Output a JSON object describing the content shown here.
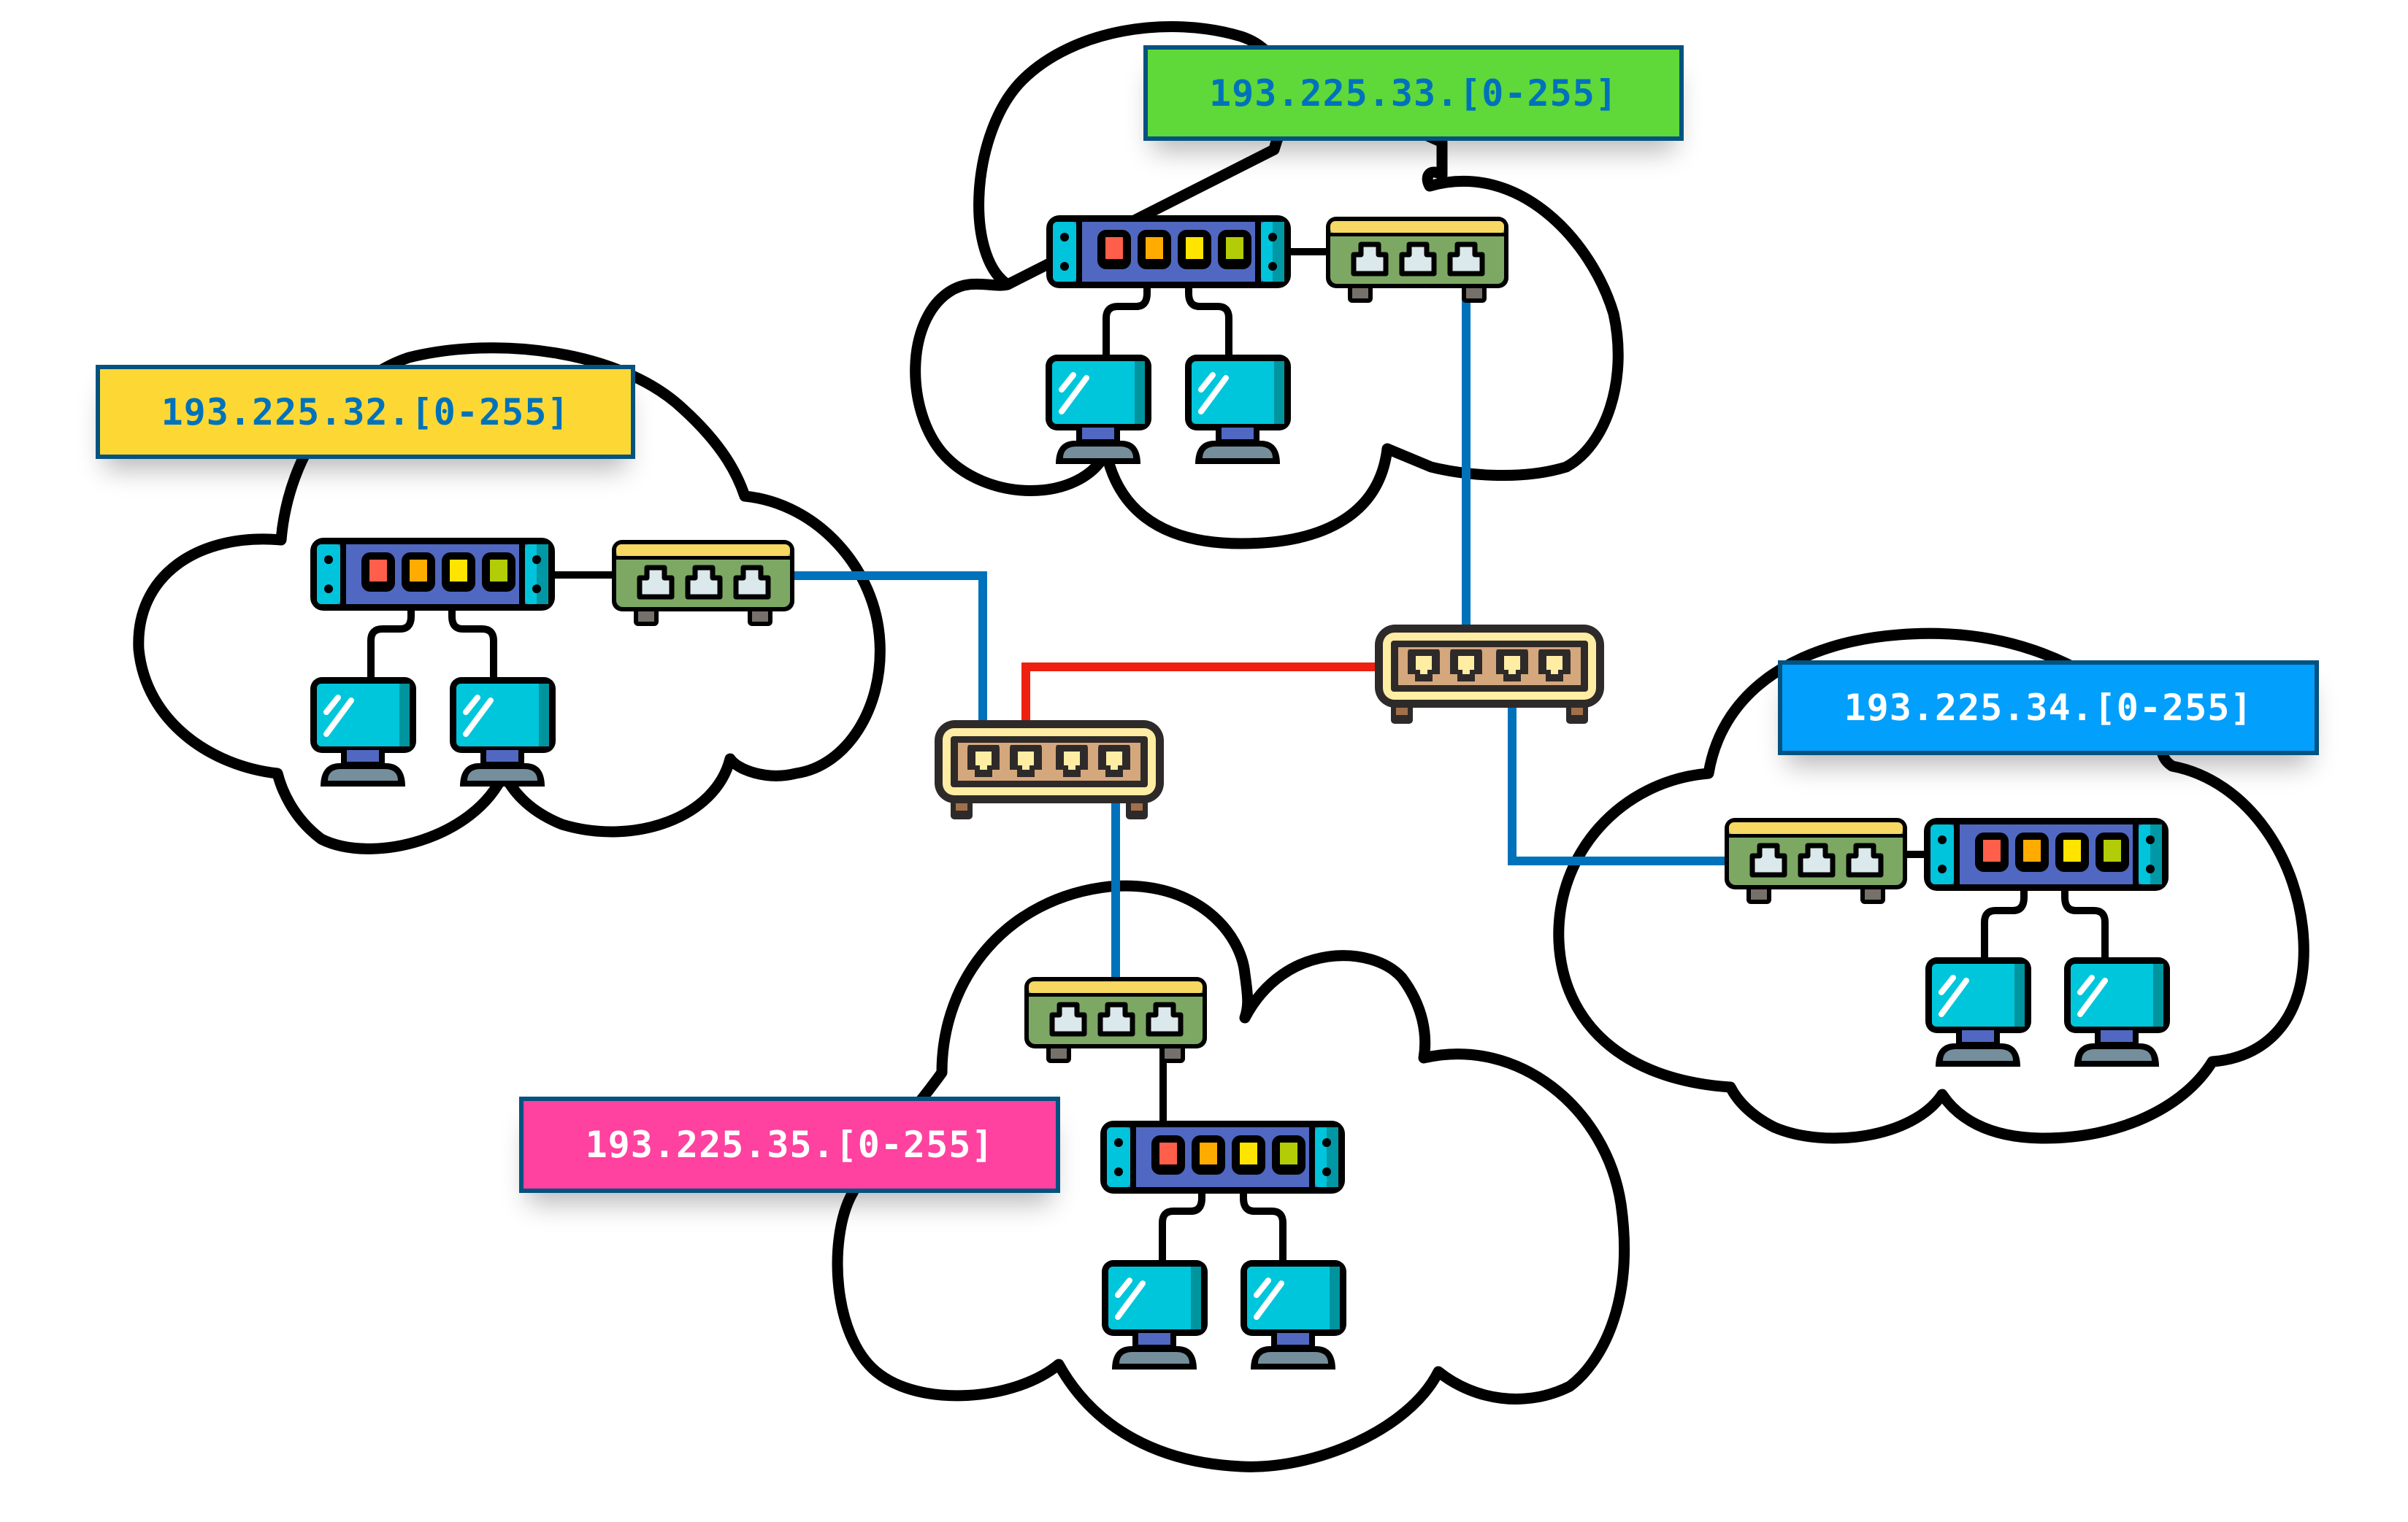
{
  "diagram": {
    "title": "Network of four /24 subnets interconnected by two hubs",
    "colors": {
      "cloud_outline": "#000000",
      "cable_uplink": "#0072bb",
      "cable_backbone": "#ee2011",
      "cable_lan": "#000000",
      "label_border": "#03527f"
    },
    "subnets": [
      {
        "id": "subnet-32",
        "label": "193.225.32.[0-255]",
        "label_bg": "#fdd835",
        "label_fg": "#0072bb",
        "devices": [
          "rack-switch",
          "router",
          "computer",
          "computer"
        ]
      },
      {
        "id": "subnet-33",
        "label": "193.225.33.[0-255]",
        "label_bg": "#5fd83a",
        "label_fg": "#0072bb",
        "devices": [
          "rack-switch",
          "router",
          "computer",
          "computer"
        ]
      },
      {
        "id": "subnet-34",
        "label": "193.225.34.[0-255]",
        "label_bg": "#039ffd",
        "label_fg": "#ffffff",
        "devices": [
          "router",
          "rack-switch",
          "computer",
          "computer"
        ]
      },
      {
        "id": "subnet-35",
        "label": "193.225.35.[0-255]",
        "label_bg": "#ff41a0",
        "label_fg": "#ffffff",
        "devices": [
          "router",
          "rack-switch",
          "computer",
          "computer"
        ]
      }
    ],
    "hubs": [
      {
        "id": "hub-left",
        "ports": 4
      },
      {
        "id": "hub-right",
        "ports": 4
      }
    ],
    "links": [
      {
        "from": "subnet-32.router",
        "to": "hub-left.port1",
        "type": "uplink"
      },
      {
        "from": "hub-left.port2",
        "to": "hub-right.port1",
        "type": "backbone"
      },
      {
        "from": "subnet-33.router",
        "to": "hub-right.port2",
        "type": "uplink"
      },
      {
        "from": "hub-right.port3",
        "to": "subnet-34.router",
        "type": "uplink"
      },
      {
        "from": "hub-left.port4",
        "to": "subnet-35.router",
        "type": "uplink"
      }
    ]
  }
}
